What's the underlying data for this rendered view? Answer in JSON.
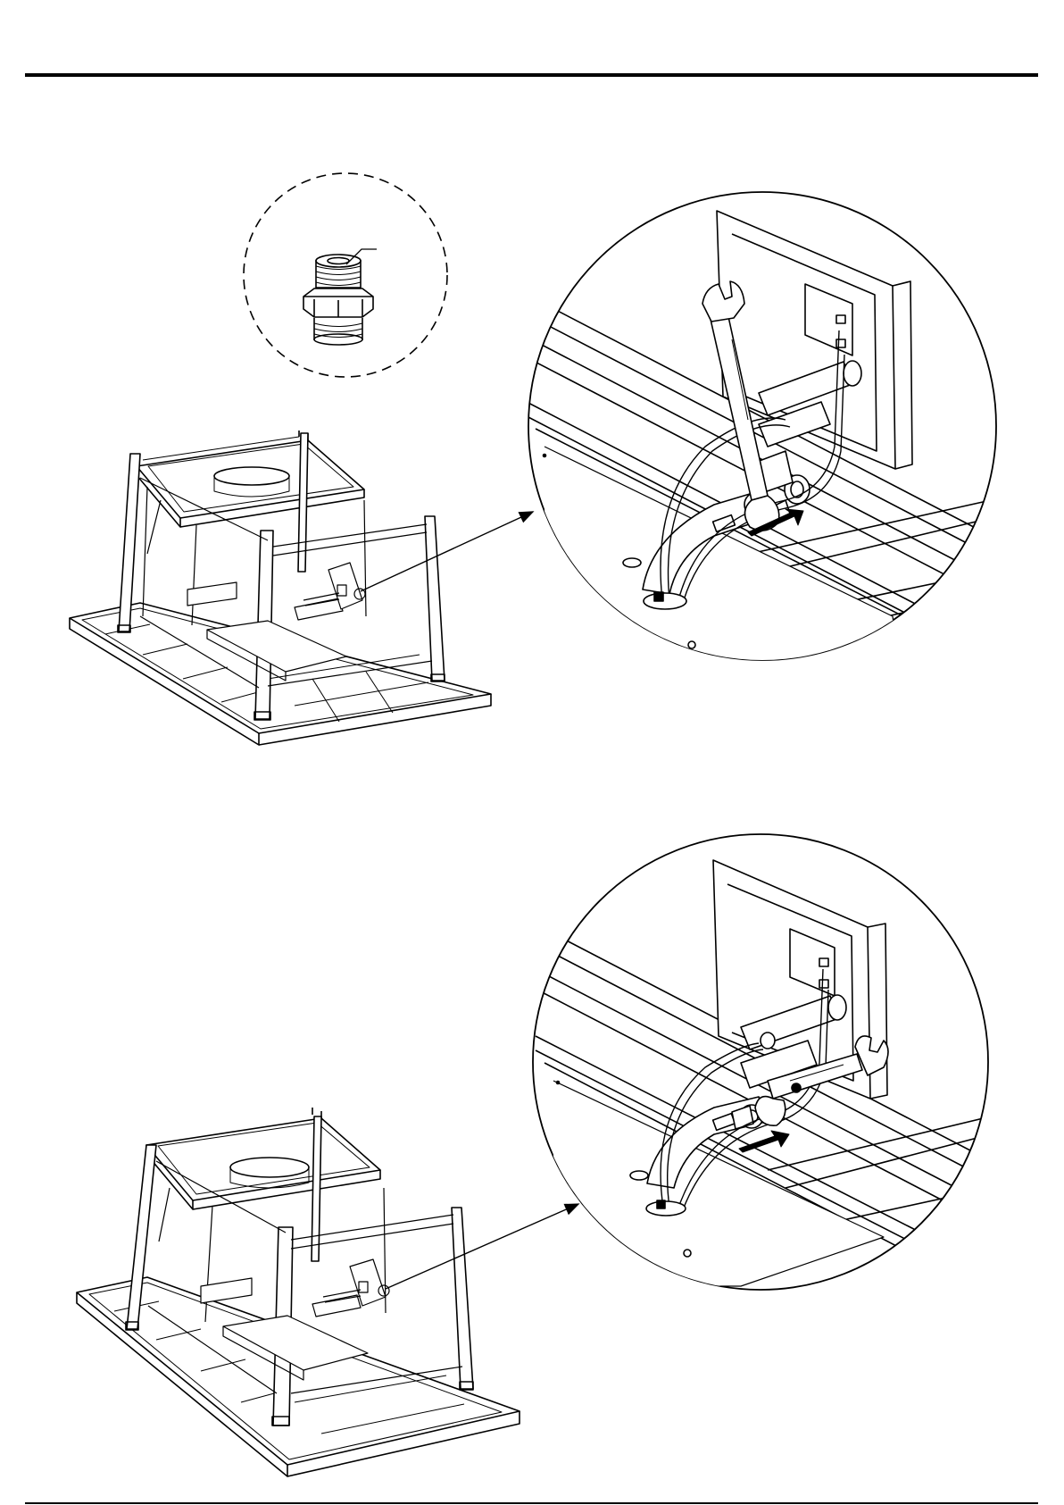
{
  "page": {
    "text": []
  },
  "colors": {
    "ink": "#000000",
    "paper": "#ffffff",
    "light_ink": "#444444"
  },
  "figures": [
    {
      "id": "step-1",
      "overview": "frame-assembly-isometric",
      "detail": "manifold-connection-closeup",
      "tool": "open-end-wrench",
      "action_arrow": "tighten-toward-viewer"
    },
    {
      "id": "step-2",
      "overview": "frame-assembly-isometric",
      "detail": "manifold-connection-closeup",
      "tool": "open-end-wrench",
      "action_arrow": "tighten-toward-viewer"
    }
  ],
  "inset": {
    "part": "hex-fitting-adapter",
    "style": "dashed-circle"
  }
}
